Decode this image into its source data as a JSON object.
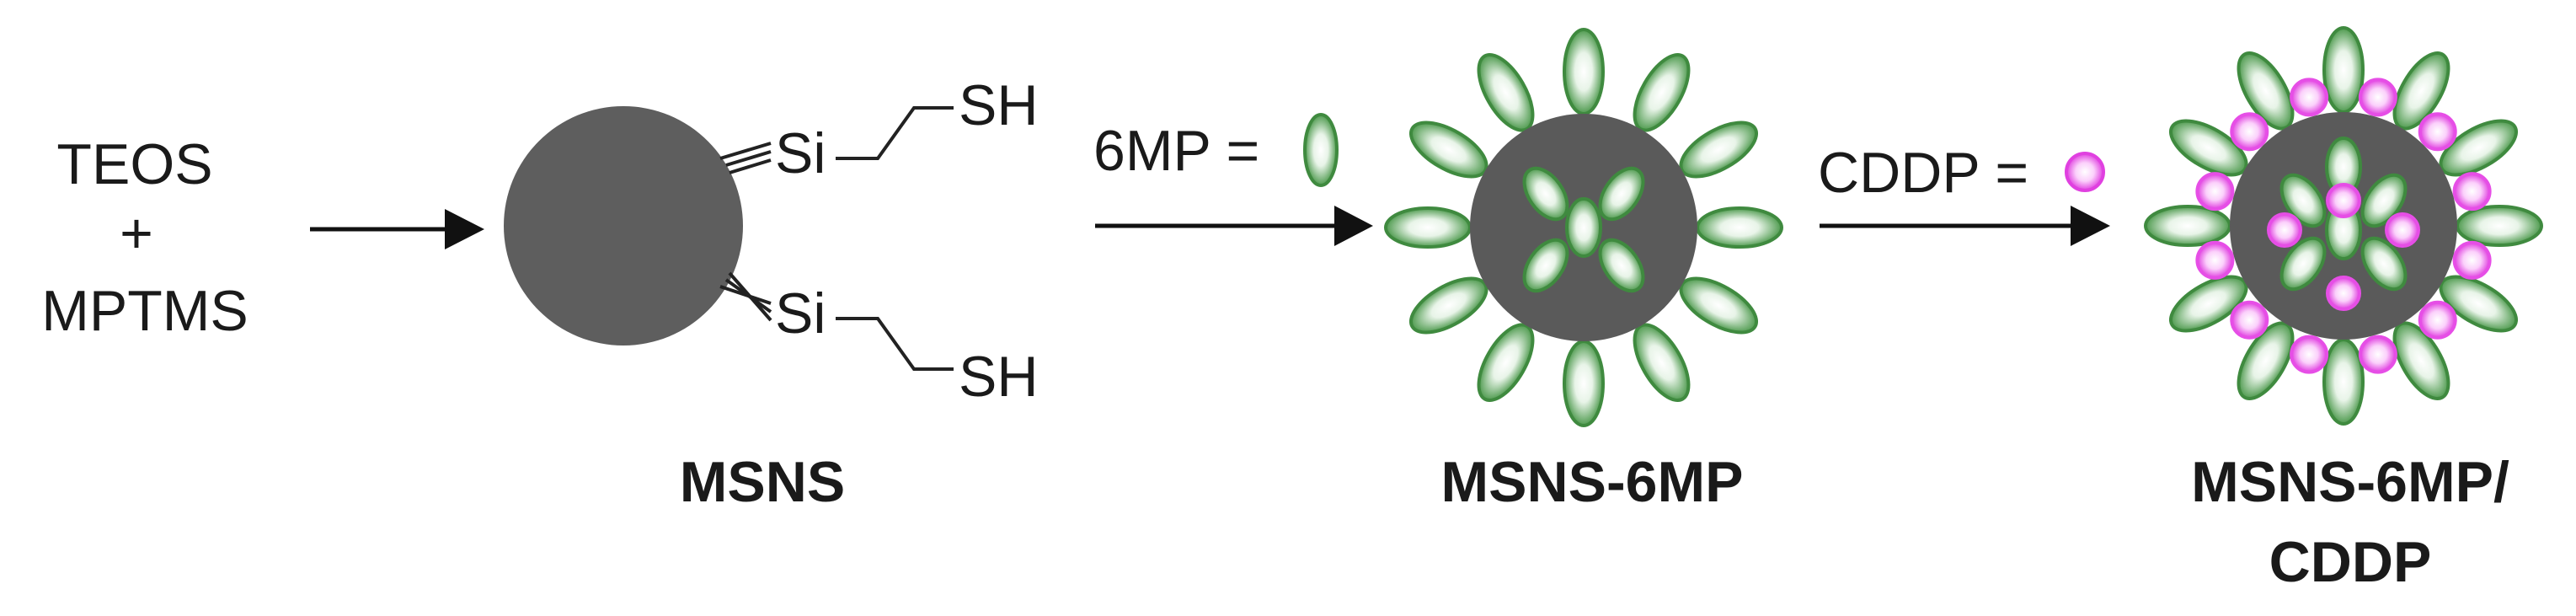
{
  "reagents": {
    "teos": "TEOS",
    "plus": "+",
    "mptms": "MPTMS"
  },
  "msns": {
    "si_top": "Si",
    "sh_top": "SH",
    "si_bottom": "Si",
    "sh_bottom": "SH",
    "label": "MSNS"
  },
  "step2": {
    "legend_text": "6MP =",
    "label": "MSNS-6MP"
  },
  "step3": {
    "legend_text": "CDDP =",
    "label_line1": "MSNS-6MP/",
    "label_line2": "CDDP"
  },
  "colors": {
    "core": "#5a5a5a",
    "drug_6mp": "#3f8a3f",
    "drug_cddp": "#e64ee6",
    "arrow": "#111111"
  }
}
